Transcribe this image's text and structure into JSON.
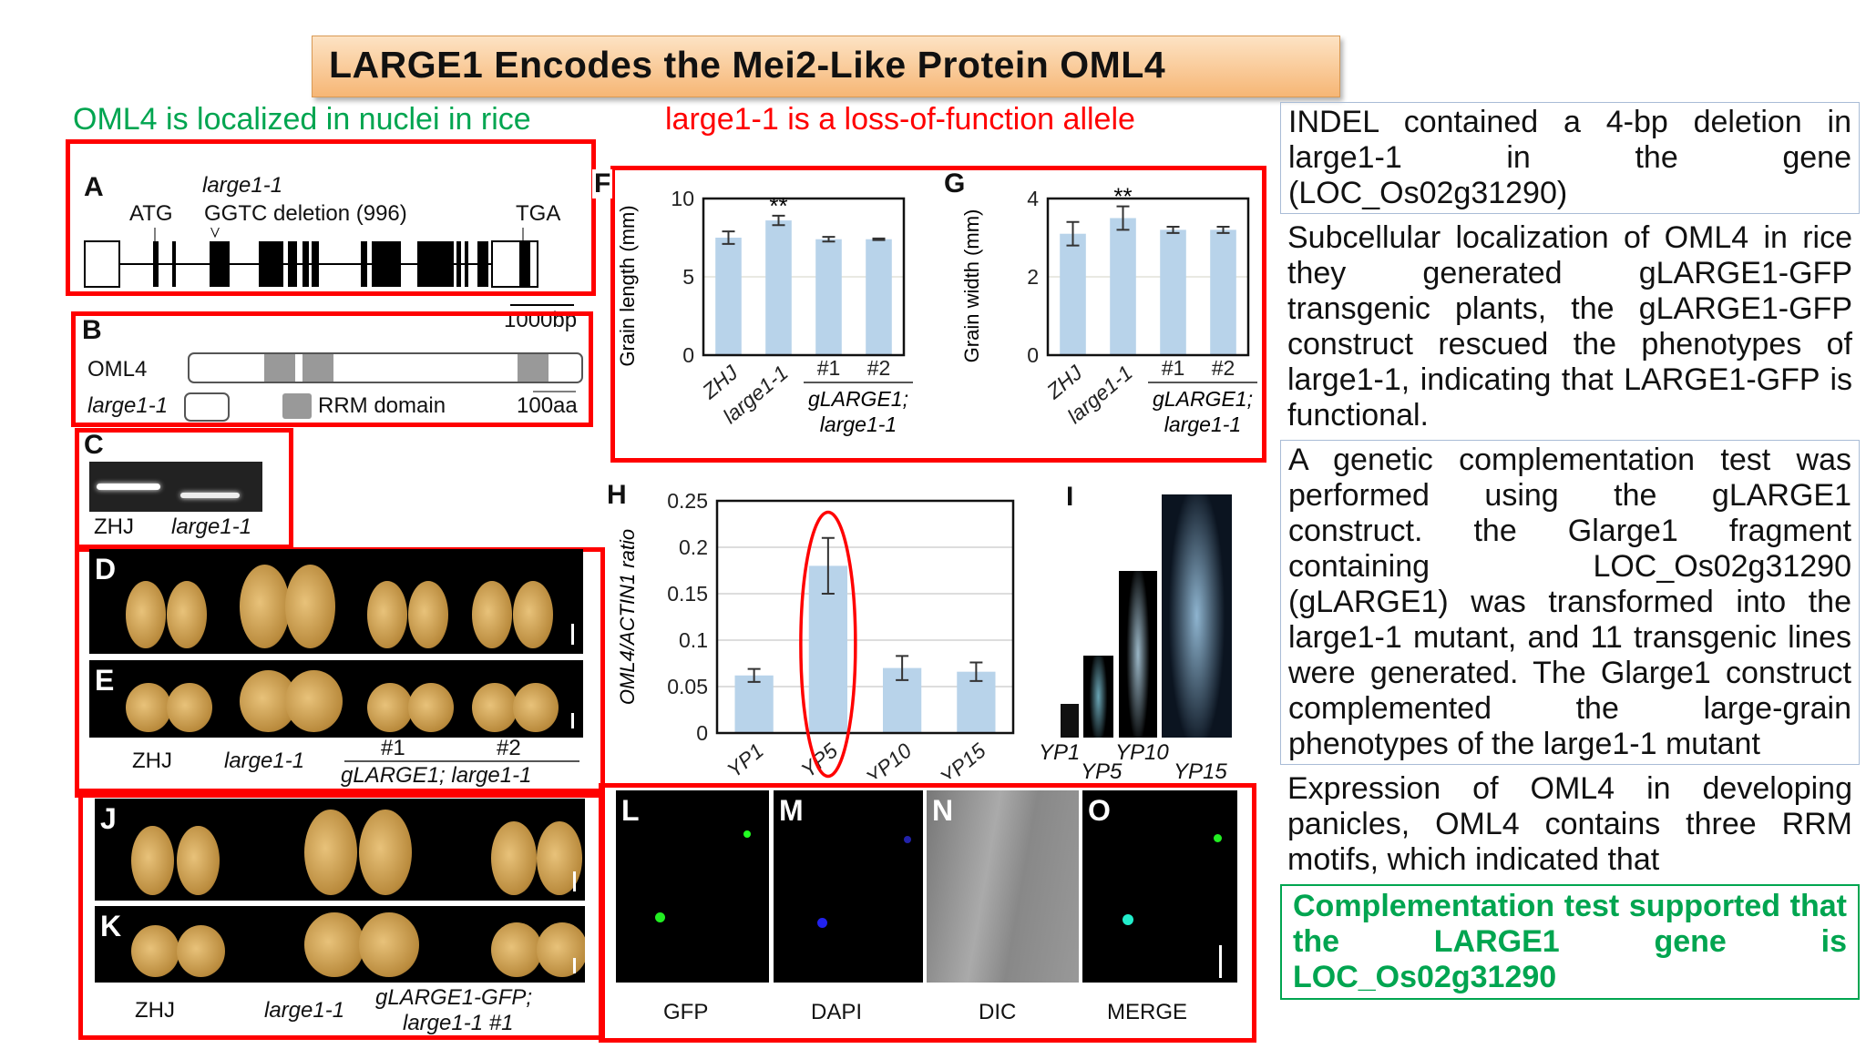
{
  "title": "LARGE1 Encodes the Mei2-Like Protein OML4",
  "panelA": {
    "label": "A",
    "allele": "large1-1",
    "atg": "ATG",
    "deletion": "GGTC deletion (996)",
    "tga": "TGA",
    "scale": "1000bp"
  },
  "panelB": {
    "label": "B",
    "protein": "OML4",
    "mutant": "large1-1",
    "legend": "RRM domain",
    "scale": "100aa"
  },
  "panelC": {
    "label": "C",
    "lanes": [
      "ZHJ",
      "large1-1"
    ]
  },
  "panelDE": {
    "labels": [
      "D",
      "E"
    ],
    "genotypes": [
      "ZHJ",
      "large1-1",
      "#1",
      "#2"
    ],
    "group": "gLARGE1; large1-1"
  },
  "panelJK": {
    "labels": [
      "J",
      "K"
    ],
    "genotypes": [
      "ZHJ",
      "large1-1"
    ],
    "transgenic": "gLARGE1-GFP;",
    "transgenic2": "large1-1 #1"
  },
  "panelLO": {
    "labels": [
      "L",
      "M",
      "N",
      "O"
    ],
    "captions": [
      "GFP",
      "DAPI",
      "DIC",
      "MERGE"
    ]
  },
  "panelI": {
    "label": "I",
    "stages": [
      "YP1",
      "YP5",
      "YP10",
      "YP15"
    ]
  },
  "chart_data": [
    {
      "panel": "F",
      "type": "bar",
      "ylabel": "Grain length (mm)",
      "categories": [
        "ZHJ",
        "large1-1",
        "#1",
        "#2"
      ],
      "group_label": "gLARGE1;",
      "group_label2": "large1-1",
      "values": [
        7.5,
        8.6,
        7.4,
        7.4
      ],
      "errors": [
        0.4,
        0.3,
        0.15,
        0.05
      ],
      "annotations": [
        {
          "category": "large1-1",
          "text": "**"
        }
      ],
      "ylim": [
        0,
        10
      ],
      "yticks": [
        "0",
        "5",
        "10"
      ],
      "color": "#b8d3ea"
    },
    {
      "panel": "G",
      "type": "bar",
      "ylabel": "Grain width (mm)",
      "categories": [
        "ZHJ",
        "large1-1",
        "#1",
        "#2"
      ],
      "group_label": "gLARGE1;",
      "group_label2": "large1-1",
      "values": [
        3.1,
        3.5,
        3.2,
        3.2
      ],
      "errors": [
        0.3,
        0.3,
        0.08,
        0.08
      ],
      "annotations": [
        {
          "category": "large1-1",
          "text": "**"
        }
      ],
      "ylim": [
        0,
        4
      ],
      "yticks": [
        "0",
        "2",
        "4"
      ],
      "color": "#b8d3ea"
    },
    {
      "panel": "H",
      "type": "bar",
      "ylabel": "OML4/ACTIN1 ratio",
      "categories": [
        "YP1",
        "YP5",
        "YP10",
        "YP15"
      ],
      "values": [
        0.062,
        0.18,
        0.07,
        0.066
      ],
      "errors": [
        0.007,
        0.03,
        0.013,
        0.01
      ],
      "ylim": [
        0,
        0.25
      ],
      "yticks": [
        "0",
        "0.05",
        "0.1",
        "0.15",
        "0.2",
        "0.25"
      ],
      "grid": true,
      "highlight": "YP5",
      "color": "#b8d3ea"
    }
  ],
  "notes": {
    "indel": "INDEL contained a 4-bp deletion in large1-1 in the gene (LOC_Os02g31290)",
    "subcellular": "Subcellular localization of OML4 in rice they generated gLARGE1-GFP transgenic plants, the gLARGE1-GFP construct rescued the phenotypes of large1-1, indicating that LARGE1-GFP is functional.",
    "complementation": "A genetic complementation test was performed using the gLARGE1 construct. the Glarge1 fragment containing LOC_Os02g31290 (gLARGE1) was transformed into the large1-1 mutant, and 11 transgenic lines were generated. The Glarge1 construct complemented the large-grain phenotypes of the large1-1 mutant",
    "expression": "Expression of OML4 in developing panicles, OML4 contains three RRM motifs, which indicated that",
    "localized": "OML4 is localized in nuclei in rice",
    "loss": "large1-1 is a loss-of-function allele",
    "conclusion": "Complementation test supported that the LARGE1 gene is LOC_Os02g31290"
  },
  "colors": {
    "highlight_box": "#ff0000",
    "green_text": "#00a550",
    "red_text": "#ff0000",
    "bar": "#b8d3ea"
  }
}
